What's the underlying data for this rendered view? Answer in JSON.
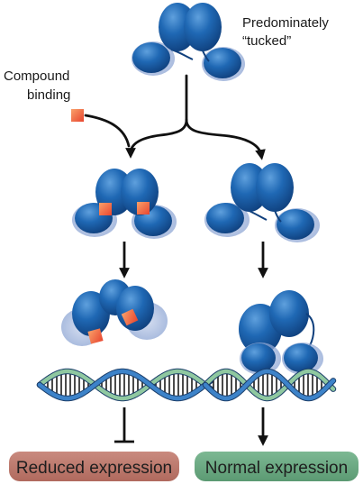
{
  "labels": {
    "state_line1": "Predominately",
    "state_line2": "“tucked”",
    "compound_line1": "Compound",
    "compound_line2": "binding"
  },
  "outcomes": {
    "reduced": "Reduced expression",
    "normal": "Normal expression"
  },
  "colors": {
    "protein_dark": "#0f3f7c",
    "protein_mid": "#1f68b4",
    "protein_light": "#5fa0dd",
    "halo": "#9db3dc",
    "compound_red": "#ef5a3a",
    "compound_orange": "#f9a16a",
    "dna_blue": "#3d83c9",
    "dna_green": "#8fc8a0",
    "reduced_box": "#bf7a6e",
    "normal_box": "#6aa881",
    "arrow": "#111111"
  }
}
